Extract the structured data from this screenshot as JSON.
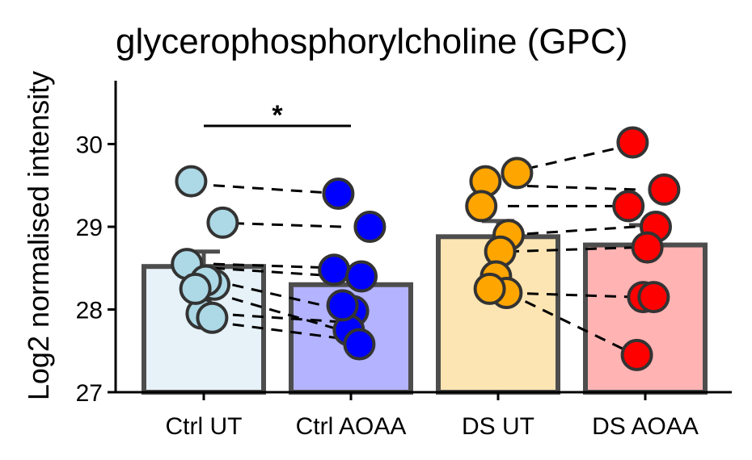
{
  "chart_data": {
    "type": "bar",
    "title": "glycerophosphorylcholine (GPC)",
    "xlabel": "",
    "ylabel": "Log2 normalised intensity",
    "ylim": [
      27,
      30.8
    ],
    "yticks": [
      27,
      28,
      29,
      30
    ],
    "grid": false,
    "legend": "none",
    "categories": [
      "Ctrl UT",
      "Ctrl AOAA",
      "DS UT",
      "DS AOAA"
    ],
    "bar_fill_colors": [
      "#e6f2f8",
      "#b3b3ff",
      "#fde5b3",
      "#ffb3b3"
    ],
    "point_colors": [
      "#add8e6",
      "#0000ff",
      "#ffa500",
      "#ff0000"
    ],
    "bar_outline_color": "#4d4d4d",
    "means": [
      28.52,
      28.3,
      28.88,
      28.78
    ],
    "errors": [
      0.18,
      0.17,
      0.19,
      0.24
    ],
    "points": [
      [
        29.55,
        29.05,
        28.55,
        28.3,
        28.35,
        27.95,
        27.9,
        28.25
      ],
      [
        29.4,
        29.0,
        28.48,
        28.4,
        27.98,
        27.75,
        27.58,
        28.05
      ],
      [
        29.55,
        29.65,
        29.25,
        28.9,
        28.7,
        28.4,
        28.2,
        28.25
      ],
      [
        30.02,
        29.45,
        29.25,
        29.0,
        28.75,
        28.15,
        28.15,
        27.45
      ]
    ],
    "pairs": [
      {
        "from": 0,
        "to": 1,
        "y_from": [
          29.5,
          29.05,
          28.55,
          28.5,
          28.35,
          28.2,
          27.95,
          27.85
        ],
        "y_to": [
          29.4,
          29.0,
          28.5,
          28.4,
          28.0,
          27.75,
          27.85,
          27.65
        ]
      },
      {
        "from": 2,
        "to": 3,
        "y_from": [
          29.65,
          29.5,
          29.25,
          28.9,
          28.7,
          28.2,
          28.2
        ],
        "y_to": [
          30.0,
          29.45,
          29.25,
          29.0,
          28.75,
          28.15,
          27.45
        ]
      }
    ],
    "significance": [
      {
        "from": 0,
        "to": 1,
        "y": 30.22,
        "label": "*"
      }
    ]
  }
}
